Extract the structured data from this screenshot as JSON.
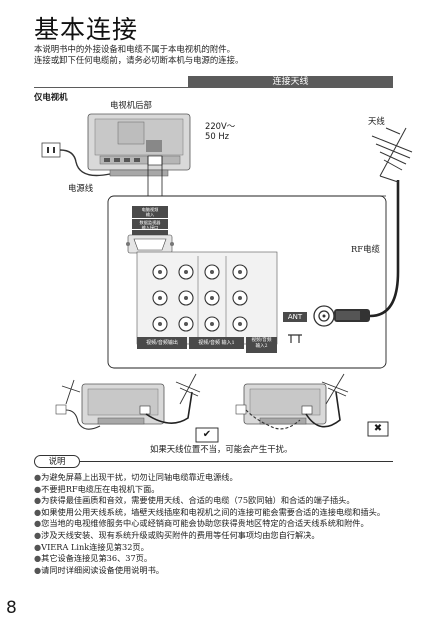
{
  "header": {
    "title": "基本连接",
    "intro_line1": "本说明书中的外接设备和电缆不属于本电视机的附件。",
    "intro_line2": "连接或卸下任何电缆前，请务必切断本机与电源的连接。"
  },
  "section": {
    "title": "连接天线",
    "tv_only": "仅电视机"
  },
  "diagram": {
    "tv_back_label": "电视机后部",
    "power_spec_1": "220V～",
    "power_spec_2": "50 Hz",
    "antenna_label": "天线",
    "power_cord_label": "电源线",
    "rf_cable_label": "RF电缆",
    "ant_port_label": "ANT",
    "panel_hdmi_label_1": "电脑视频",
    "panel_hdmi_label_2": "输入",
    "panel_pc_label_1": "数据监视器",
    "panel_pc_label_2": "输入接口",
    "panel_out_label": "视频/音频输出",
    "panel_in1_label": "视频/音频 输入1",
    "panel_in2_label_1": "视频/音频",
    "panel_in2_label_2": "输入2",
    "ok_mark": "✔",
    "ng_mark": "✖"
  },
  "caption": "如果天线位置不当，可能会产生干扰。",
  "notes": {
    "tag": "说明",
    "items": [
      "为避免屏幕上出现干扰，切勿让同轴电缆靠近电源线。",
      "不要把RF电缆压在电视机下面。",
      "为获得最佳画质和音效，需要使用天线、合适的电缆（75欧同轴）和合适的端子插头。",
      "如果使用公用天线系统，墙壁天线插座和电视机之间的连接可能会需要合适的连接电缆和插头。",
      "您当地的电视维修服务中心或经销商可能会协助您获得贵地区特定的合适天线系统和附件。",
      "涉及天线安装、现有系统升级或购买附件的费用等任何事项均由您自行解决。",
      "VIERA Link连接见第32页。",
      "其它设备连接见第36、37页。",
      "请同时详细阅读设备使用说明书。"
    ]
  },
  "page_number": "8"
}
